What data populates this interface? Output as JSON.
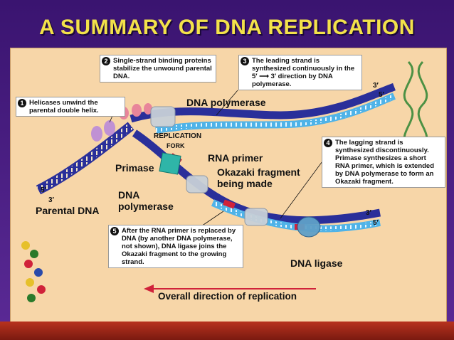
{
  "title": "A SUMMARY OF DNA REPLICATION",
  "steps": [
    {
      "num": "1",
      "text": "Helicases unwind the parental double helix."
    },
    {
      "num": "2",
      "text": "Single-strand binding proteins stabilize the unwound parental DNA."
    },
    {
      "num": "3",
      "text": "The leading strand is synthesized continuously in the 5′ ⟶ 3′ direction by DNA polymerase."
    },
    {
      "num": "4",
      "text": "The lagging strand is synthesized discontinuously. Primase synthesizes a short RNA primer, which is extended by DNA polymerase to form an Okazaki fragment."
    },
    {
      "num": "5",
      "text": "After the RNA primer is replaced by DNA (by another DNA polymerase, not shown), DNA ligase joins the Okazaki fragment to the growing strand."
    }
  ],
  "labels": {
    "dna_polymerase_top": "DNA polymerase",
    "replication_fork_1": "REPLICATION",
    "replication_fork_2": "FORK",
    "rna_primer": "RNA primer",
    "primase": "Primase",
    "okazaki_1": "Okazaki fragment",
    "okazaki_2": "being made",
    "dna_polymerase_left_1": "DNA",
    "dna_polymerase_left_2": "polymerase",
    "parental_dna": "Parental DNA",
    "dna_ligase": "DNA ligase",
    "overall_direction": "Overall direction of replication",
    "end_5_left": "5′",
    "end_3_left": "3′",
    "end_3_top": "3′",
    "end_5_top": "5′",
    "end_3_bottom": "3′",
    "end_5_bottom": "5′"
  },
  "colors": {
    "background": "#5b2a96",
    "title": "#f3e24a",
    "panel": "#f7d6a8",
    "parental_strand": "#2a2f9a",
    "new_strand": "#4fb3e8",
    "rna_primer": "#d0223a",
    "ssb": "#b98ad8",
    "primase": "#2fb5a8",
    "polymerase": "#c8d0d8",
    "arrow": "#d0223a"
  }
}
